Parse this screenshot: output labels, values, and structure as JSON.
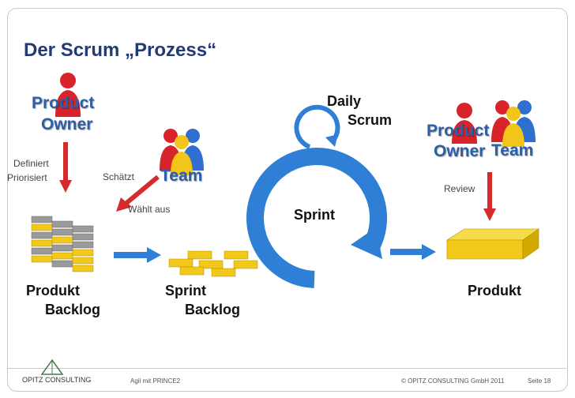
{
  "title": "Der Scrum „Prozess“",
  "product_owner_left": {
    "line1": "Product",
    "line2": "Owner"
  },
  "product_owner_right": {
    "line1": "Product",
    "line2": "Owner"
  },
  "team_center": "Team",
  "team_right": "Team",
  "daily_scrum": {
    "line1": "Daily",
    "line2": "Scrum"
  },
  "sprint_label": "Sprint",
  "labels": {
    "definiert": "Definiert",
    "priorisiert": "Priorisiert",
    "schaetzt": "Schätzt",
    "waehlt_aus": "Wählt aus",
    "review": "Review"
  },
  "artifacts": {
    "produkt_backlog": {
      "line1": "Produkt",
      "line2": "Backlog"
    },
    "sprint_backlog": {
      "line1": "Sprint",
      "line2": "Backlog"
    },
    "produkt": "Produkt"
  },
  "footer": {
    "logo": "OPITZ CONSULTING",
    "course": "Agil mit PRINCE2",
    "copyright": "© OPITZ CONSULTING GmbH 2011",
    "page": "Seite 18"
  },
  "colors": {
    "title": "#243a73",
    "role_text": "#2d5fa8",
    "figure_red": "#d8232a",
    "figure_blue": "#2e6fd0",
    "figure_yellow": "#f2c51a",
    "arrow_red": "#d62b2b",
    "arrow_blue": "#2f7fd6",
    "brick_gold": "#f2c81a",
    "brick_grey": "#9a9a9a"
  }
}
